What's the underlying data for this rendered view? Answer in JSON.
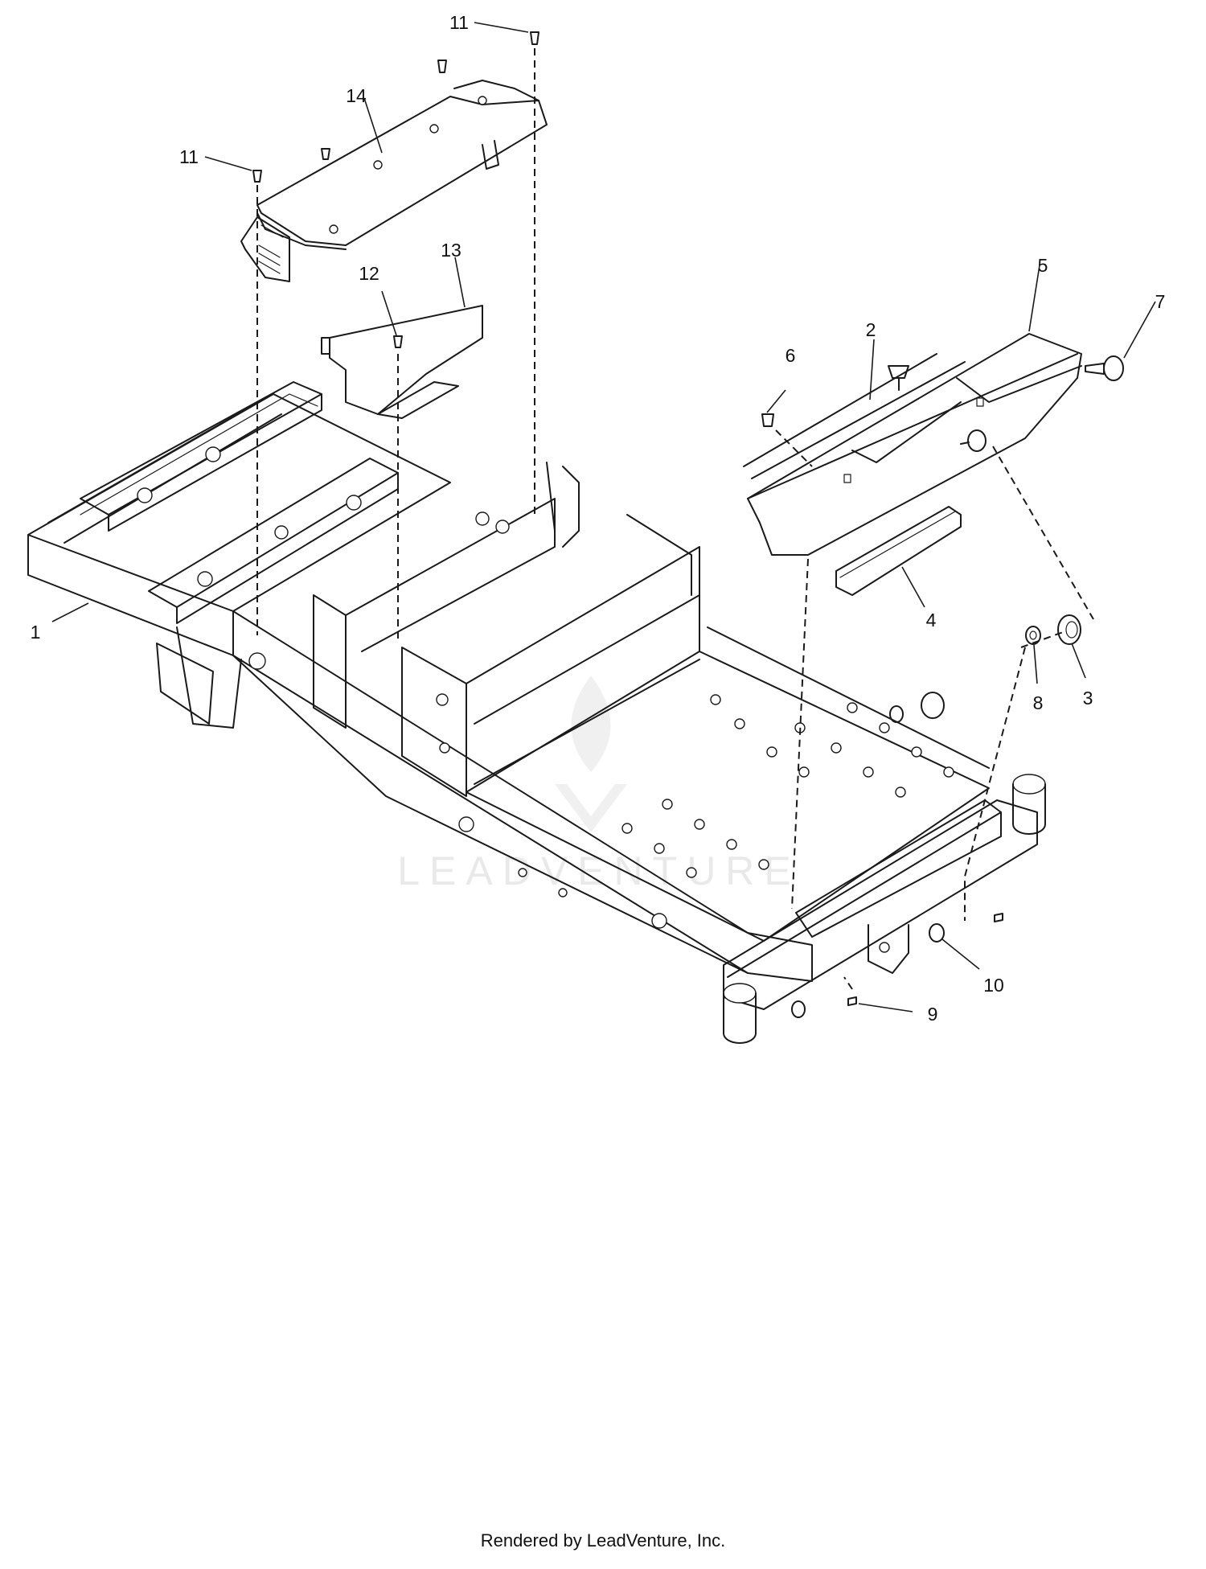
{
  "diagram": {
    "callouts": [
      {
        "id": "c-1",
        "text": "1"
      },
      {
        "id": "c-2",
        "text": "2"
      },
      {
        "id": "c-3",
        "text": "3"
      },
      {
        "id": "c-4",
        "text": "4"
      },
      {
        "id": "c-5",
        "text": "5"
      },
      {
        "id": "c-6",
        "text": "6"
      },
      {
        "id": "c-7",
        "text": "7"
      },
      {
        "id": "c-8",
        "text": "8"
      },
      {
        "id": "c-9",
        "text": "9"
      },
      {
        "id": "c-10",
        "text": "10"
      },
      {
        "id": "c-11a",
        "text": "11"
      },
      {
        "id": "c-11b",
        "text": "11"
      },
      {
        "id": "c-12",
        "text": "12"
      },
      {
        "id": "c-13",
        "text": "13"
      },
      {
        "id": "c-14",
        "text": "14"
      }
    ],
    "watermark": "LEADVENTURE",
    "line_color": "#1a1a1a",
    "watermark_color": "#e9e9e9"
  },
  "footer": {
    "credit": "Rendered by LeadVenture, Inc."
  }
}
